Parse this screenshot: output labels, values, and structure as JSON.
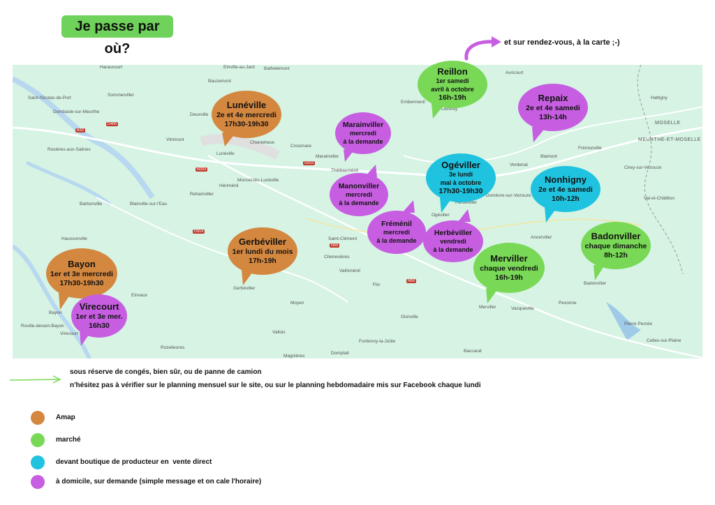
{
  "title": "Je passe par où?",
  "top_note": "et sur rendez-vous, à la carte ;-)",
  "colors": {
    "amap": "#d4873f",
    "marche": "#79d957",
    "boutique": "#1fc3df",
    "domicile": "#c75ee2",
    "arrow_green": "#79d957",
    "arrow_purple": "#c75ee2"
  },
  "map": {
    "towns": [
      "Haraucourt",
      "Saint-Nicolas-de-Port",
      "Dombasle-sur-Meurthe",
      "Sommerviller",
      "Rosières-aux-Salines",
      "Deuxville",
      "Vitrimont",
      "Lunéville",
      "Chanteheux",
      "Croismare",
      "Marainviller",
      "Thiébauménil",
      "Embermenil",
      "Leintrey",
      "Avricourt",
      "Hattigny",
      "Domèvre-sur-Vezouze",
      "Verdenal",
      "Blamont",
      "Frémonville",
      "Cirey-sur-Vezouze",
      "Val-et-Châtillon",
      "Moncel-lès-Lunéville",
      "Hériménil",
      "Rehainviller",
      "Barbonville",
      "Blainville-sur-l'Eau",
      "Haussonville",
      "Saint-Clément",
      "Chenevières",
      "Vathiménil",
      "Flin",
      "Ogéviller",
      "Herbéviller",
      "Ancerviller",
      "Badonviller",
      "Pexonne",
      "Pierre-Percée",
      "Celles-sur-Plaine",
      "Merviller",
      "Vacqueville",
      "Gerbéviller",
      "Moyen",
      "Vallois",
      "Glonville",
      "Fontenoy-la-Joûte",
      "Domptail",
      "Baccarat",
      "Magnières",
      "Rozelieures",
      "Einvaux",
      "Bayon",
      "Virecourt",
      "Roville-devant-Bayon",
      "Einville-au-Jard",
      "Bauzemont",
      "Bathelémont"
    ],
    "roads": [
      "D400",
      "A33",
      "N333",
      "N333",
      "D914",
      "N59",
      "N59"
    ],
    "regions": [
      "MOSELLE",
      "MEURTHE-ET-MOSELLE"
    ]
  },
  "bubbles": [
    {
      "name": "Lunéville",
      "lines": [
        "2e et 4e mercredi",
        "17h30-19h30"
      ]
    },
    {
      "name": "Reillon",
      "lines": [
        "1er samedi",
        "avril à octobre",
        "16h-19h"
      ]
    },
    {
      "name": "Repaix",
      "lines": [
        "2e et 4e samedi",
        "13h-14h"
      ]
    },
    {
      "name": "Marainviller",
      "lines": [
        "mercredi",
        "à la demande"
      ]
    },
    {
      "name": "Ogéviller",
      "lines": [
        "3e lundi",
        "mai à octobre",
        "17h30-19h30"
      ]
    },
    {
      "name": "Nonhigny",
      "lines": [
        "2e et 4e samedi",
        "10h-12h"
      ]
    },
    {
      "name": "Manonviller",
      "lines": [
        "mercredi",
        "à la demande"
      ]
    },
    {
      "name": "Fréménil",
      "lines": [
        "mercredi",
        "à la demande"
      ]
    },
    {
      "name": "Herbéviller",
      "lines": [
        "vendredi",
        "à la demande"
      ]
    },
    {
      "name": "Badonviller",
      "lines": [
        "chaque dimanche",
        "8h-12h"
      ]
    },
    {
      "name": "Gerbéviller",
      "lines": [
        "1er lundi du mois",
        "17h-19h"
      ]
    },
    {
      "name": "Merviller",
      "lines": [
        "chaque vendredi",
        "16h-19h"
      ]
    },
    {
      "name": "Bayon",
      "lines": [
        "1er et 3e mercredi",
        "17h30-19h30"
      ]
    },
    {
      "name": "Virecourt",
      "lines": [
        "1er et 3e mer.",
        "16h30"
      ]
    }
  ],
  "notes": [
    "sous réserve de congés, bien sûr, ou de panne de camion",
    "n'hésitez pas à vérifier sur le planning mensuel sur le site, ou sur le planning hebdomadaire mis sur Facebook chaque lundi"
  ],
  "legend": [
    {
      "label": "Amap",
      "color": "#d4873f"
    },
    {
      "label": "marché",
      "color": "#79d957"
    },
    {
      "label": "devant boutique de producteur en  vente direct",
      "color": "#1fc3df"
    },
    {
      "label": "à domicile, sur demande (simple message et on cale l'horaire)",
      "color": "#c75ee2"
    }
  ]
}
